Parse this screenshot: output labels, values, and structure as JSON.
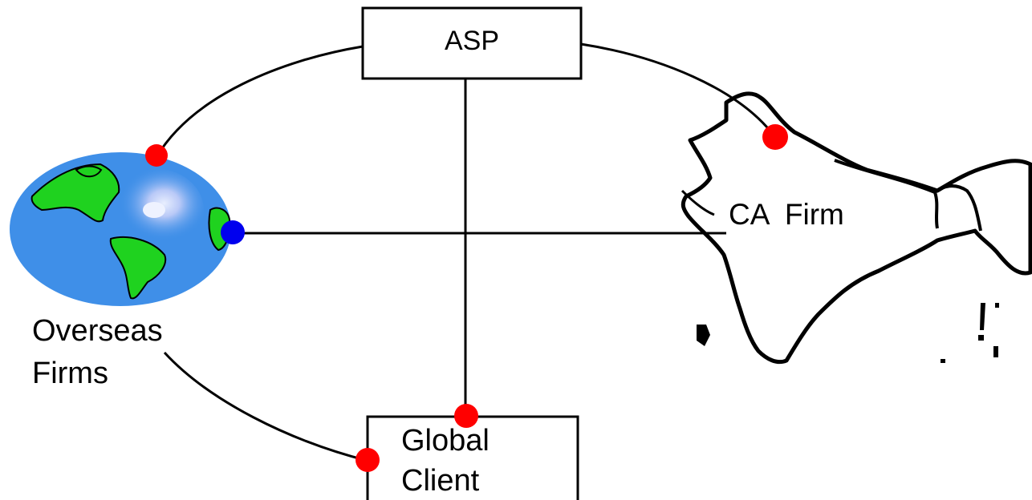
{
  "nodes": {
    "asp": {
      "label": "ASP"
    },
    "ca_firm": {
      "label": "CA  Firm"
    },
    "overseas_firms": {
      "line1": "Overseas",
      "line2": "Firms"
    },
    "global_client": {
      "line1": "Global",
      "line2": "Client"
    }
  },
  "icons": {
    "globe": "globe-icon",
    "map": "india-map-icon"
  },
  "colors": {
    "line": "#000000",
    "connector_red": "#ff0000",
    "connector_blue": "#0000ee",
    "ocean": "#3f8fe8",
    "land": "#1fd21f",
    "box_fill": "#ffffff"
  }
}
